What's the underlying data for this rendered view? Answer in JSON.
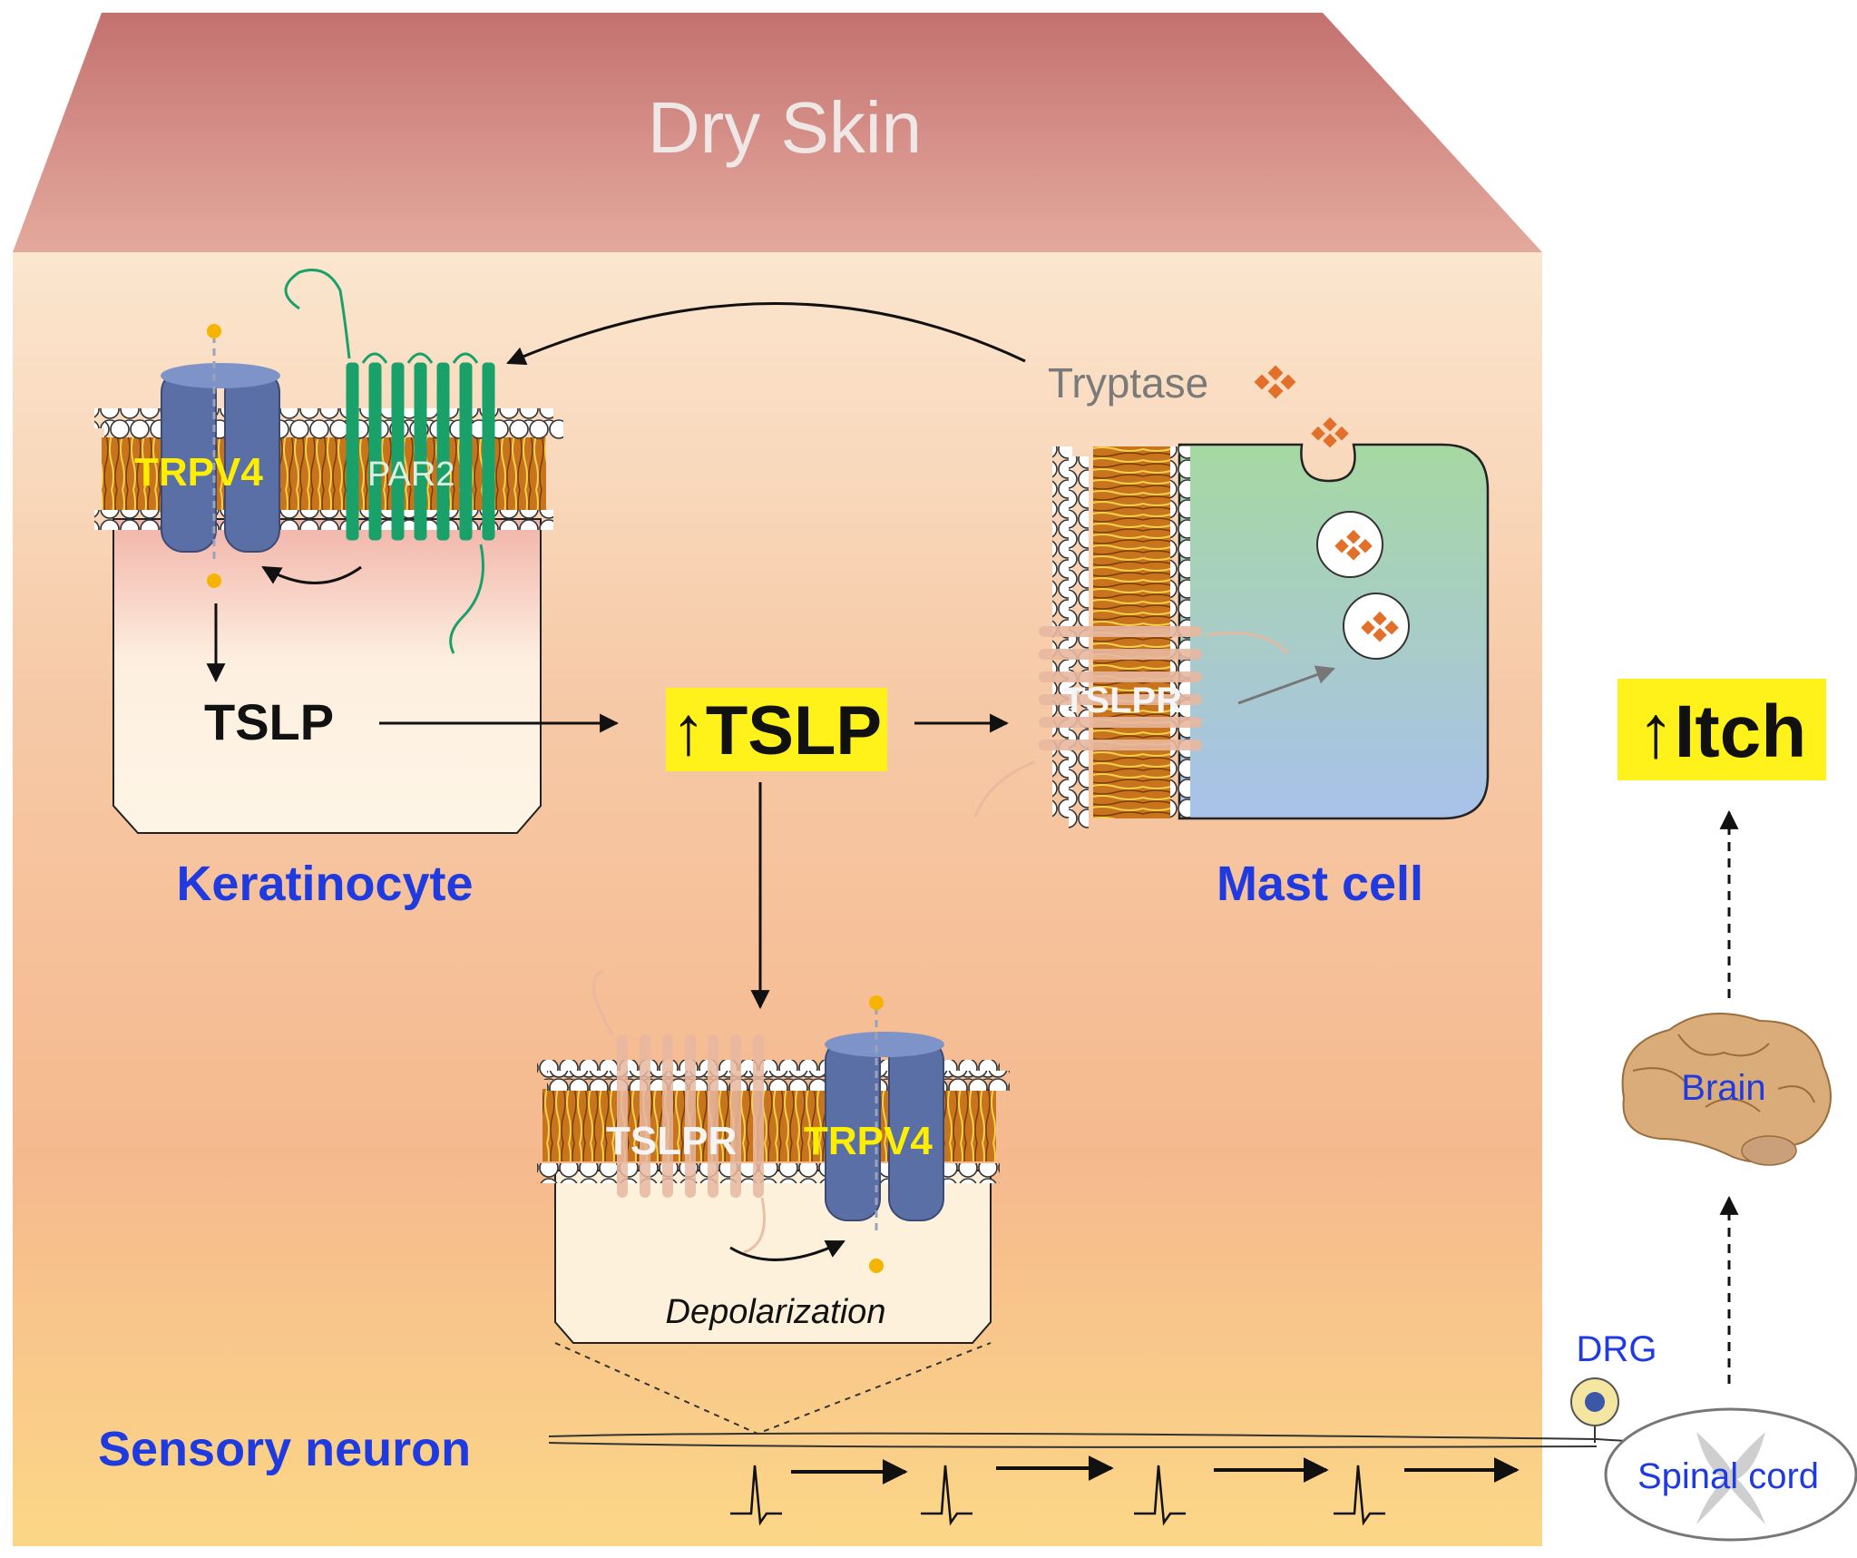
{
  "header": {
    "title": "Dry Skin"
  },
  "keratinocyte": {
    "label": "Keratinocyte",
    "channel": "TRPV4",
    "receptor": "PAR2",
    "output": "TSLP"
  },
  "center": {
    "tslp_up": "↑TSLP"
  },
  "mast_cell": {
    "label": "Mast cell",
    "receptor": "TSLPR",
    "secreted": "Tryptase"
  },
  "neuron_zoom": {
    "receptor": "TSLPR",
    "channel": "TRPV4",
    "process": "Depolarization"
  },
  "pathway": {
    "sensory_neuron": "Sensory neuron",
    "drg": "DRG",
    "spinal_cord": "Spinal cord",
    "brain": "Brain",
    "outcome": "↑Itch"
  },
  "colors": {
    "label_blue": "#1f3be0",
    "highlight_yellow": "#fff21a",
    "trpv4_yellow": "#ffee00",
    "par2_green": "#1aa16a",
    "channel_blue": "#5a6fa6",
    "tryptase_orange": "#e2702a",
    "bg_top": "#f7d9c3",
    "bg_bottom": "#fcd886",
    "skin_top": "#c97a78"
  },
  "icons": [
    "membrane-bilayer",
    "ion-channel",
    "gpcr-receptor",
    "tryptase-granule",
    "action-potential",
    "brain",
    "spinal-cord",
    "drg-neuron"
  ]
}
